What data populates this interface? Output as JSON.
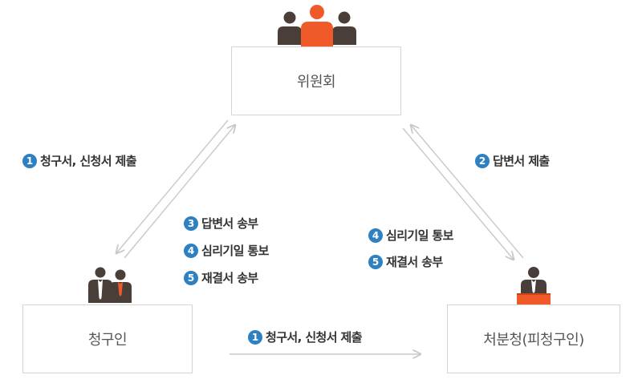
{
  "nodes": {
    "committee": "위원회",
    "claimant": "청구인",
    "agency": "처분청(피청구인)"
  },
  "steps": {
    "claimant_to_committee": {
      "num": "1",
      "text": "청구서, 신청서 제출"
    },
    "agency_to_committee": {
      "num": "2",
      "text": "답변서 제출"
    },
    "committee_to_claimant": [
      {
        "num": "3",
        "text": "답변서 송부"
      },
      {
        "num": "4",
        "text": "심리기일 통보"
      },
      {
        "num": "5",
        "text": "재결서 송부"
      }
    ],
    "committee_to_agency": [
      {
        "num": "4",
        "text": "심리기일 통보"
      },
      {
        "num": "5",
        "text": "재결서 송부"
      }
    ],
    "claimant_to_agency": {
      "num": "1",
      "text": "청구서, 신청서 제출"
    }
  },
  "colors": {
    "accent_orange": "#f05a28",
    "person_dark": "#4a3f38",
    "badge_blue": "#2f80c1",
    "arrow_gray": "#c8c8c8",
    "box_border": "#d4d4d4"
  },
  "icons": {
    "committee": "group-of-people-icon",
    "claimant": "two-people-icon",
    "agency": "official-person-icon"
  }
}
